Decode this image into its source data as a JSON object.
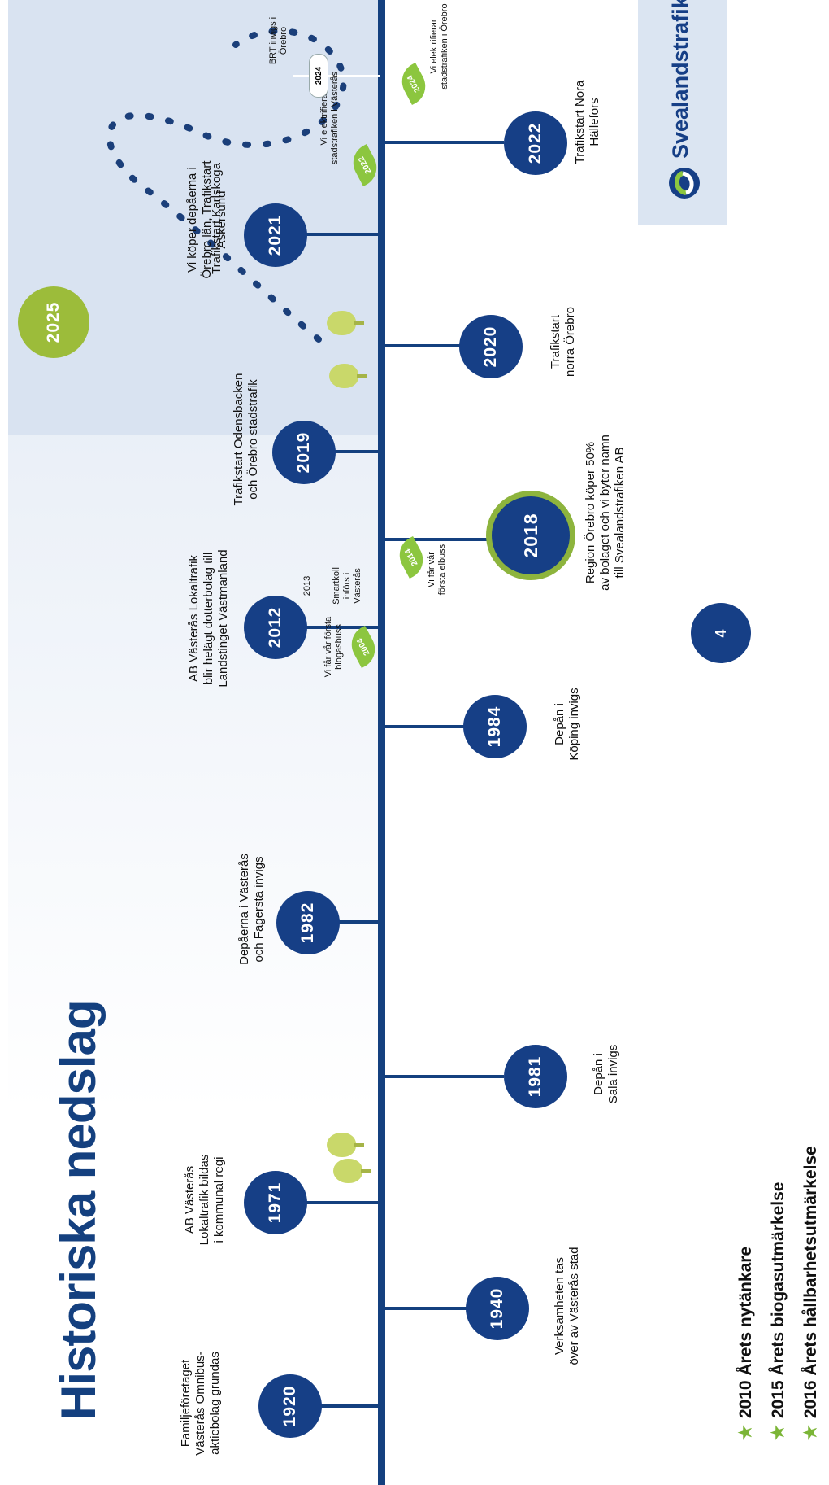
{
  "title": "Historiska nedslag",
  "page_number": "4",
  "brand": "Svealandstrafiken",
  "events": [
    {
      "year": "1920",
      "label": "Familjeföretaget\nVästerås Omnibus-\naktiebolag grundas"
    },
    {
      "year": "1940",
      "label": "Verksamheten tas\növer av Västerås stad"
    },
    {
      "year": "1971",
      "label": "AB Västerås\nLokaltrafik bildas\ni kommunal regi"
    },
    {
      "year": "1981",
      "label": "Depån i\nSala invigs"
    },
    {
      "year": "1982",
      "label": "Depåerna i Västerås\noch Fagersta invigs"
    },
    {
      "year": "1984",
      "label": "Depån i\nKöping invigs"
    },
    {
      "year": "2012",
      "label": "AB Västerås Lokaltrafik\nblir helägt dotterbolag till\nLandstinget Västmanland"
    },
    {
      "year": "2018",
      "label": "Region Örebro köper 50%\nav bolaget och vi byter namn\ntill  Svealandstrafiken AB"
    },
    {
      "year": "2019",
      "label": "Trafikstart Odensbacken\noch Örebro stadstrafik"
    },
    {
      "year": "2020",
      "label": "Trafikstart\nnorra Örebro"
    },
    {
      "year": "2021",
      "label": "Vi köper depåerna i\nÖrebro län, Trafikstart\nAskersund"
    },
    {
      "year": "2022",
      "label": "Trafikstart Nora\nHällefors"
    },
    {
      "year": "2025",
      "label": "Trafikstart Karlskoga"
    }
  ],
  "milestones": [
    {
      "leaf": "2004",
      "label": "Vi får vår första\nbiogasbuss"
    },
    {
      "year": "2013",
      "label": "Smartkoll\ninförs i\nVästerås"
    },
    {
      "leaf": "2014",
      "label": "Vi får vår\nförsta elbuss"
    },
    {
      "leaf": "2022",
      "label": "Vi elektrifierar\nstadstrafiken i Västerås"
    },
    {
      "leaf": "2024",
      "label": "Vi elektrifierar\nstadstrafiken i Örebro"
    },
    {
      "year": "2024",
      "label": "BRT invigs i\nÖrebro"
    }
  ],
  "awards": [
    "2010 Årets nytänkare",
    "2015 Årets biogasutmärkelse",
    "2016 Årets hållbarhetsutmärkelse"
  ],
  "colors": {
    "navy": "#163f86",
    "green": "#8db43d",
    "panel": "#d9e3f1"
  }
}
